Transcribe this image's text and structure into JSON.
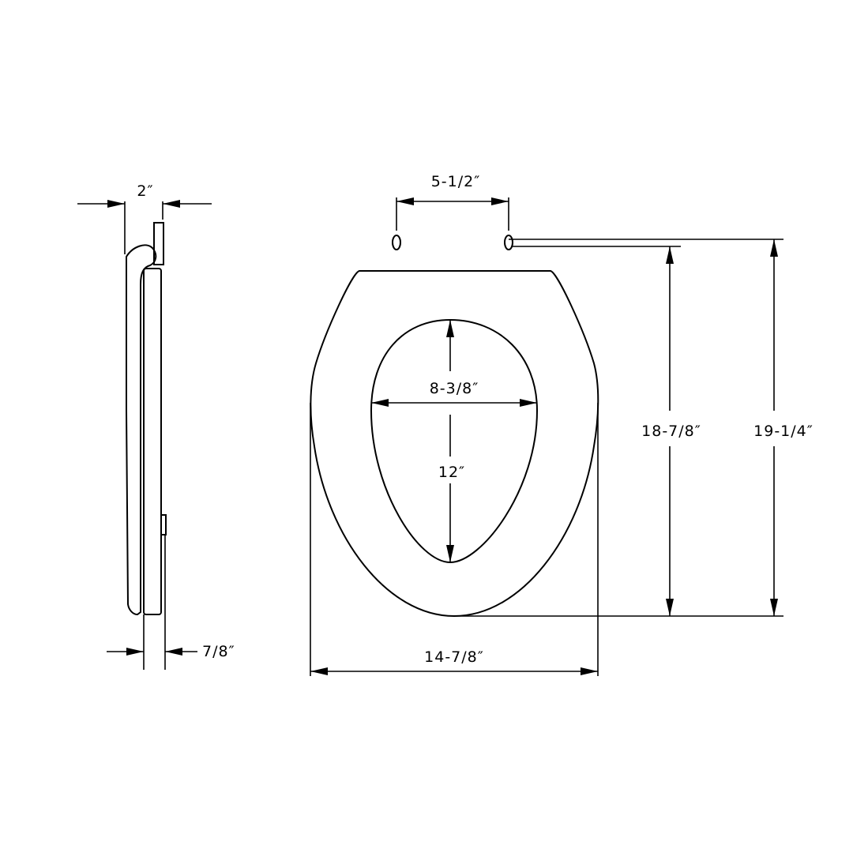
{
  "side_view": {
    "width_label": "2″",
    "lid_thickness_label": "7/8″"
  },
  "front_view": {
    "hinge_spacing_label": "5-1/2″",
    "opening_width_label": "8-3/8″",
    "opening_length_label": "12″",
    "seat_width_label": "14-7/8″",
    "seat_length_label": "18-7/8″",
    "overall_length_label": "19-1/4″"
  },
  "colors": {
    "line": "#000000",
    "background": "#ffffff"
  }
}
